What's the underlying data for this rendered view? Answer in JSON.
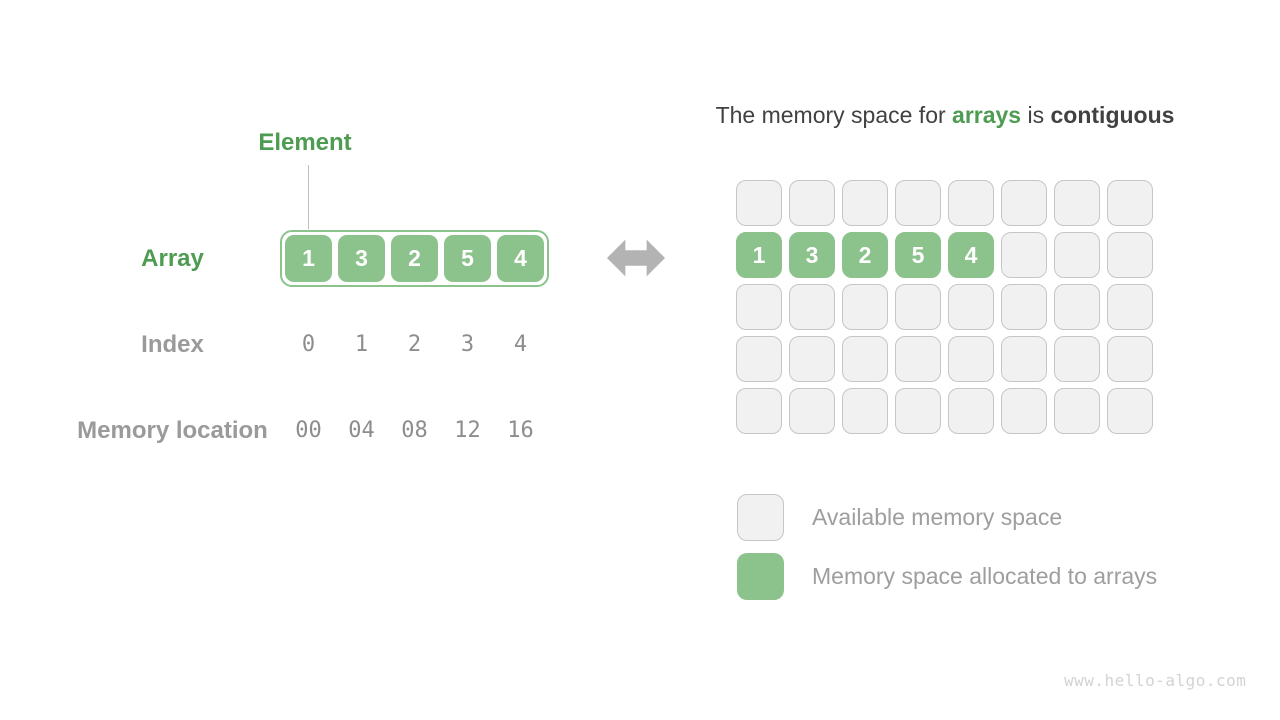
{
  "palette": {
    "green": "#8cc28c",
    "green_dark": "#4e9b52",
    "gray_label": "#9a9a9a",
    "gray_number": "#8d8d8d",
    "cell_fill": "#f1f1f1",
    "cell_border": "#c6c6c6",
    "text_dark": "#414141",
    "arrow": "#b3b3b3",
    "connector": "#bdbdbd",
    "legend_text": "#9e9e9e",
    "watermark": "#d3d3d3"
  },
  "left": {
    "element_label": "Element",
    "array_label": "Array",
    "array_values": [
      "1",
      "3",
      "2",
      "5",
      "4"
    ],
    "index_label": "Index",
    "index_values": [
      "0",
      "1",
      "2",
      "3",
      "4"
    ],
    "memory_label": "Memory location",
    "memory_values": [
      "00",
      "04",
      "08",
      "12",
      "16"
    ]
  },
  "middle": {
    "arrow_icon": "left-right-arrow"
  },
  "right": {
    "title_parts": [
      {
        "text": "The memory space for ",
        "style": "normal"
      },
      {
        "text": "arrays",
        "style": "green-bold"
      },
      {
        "text": " is ",
        "style": "normal"
      },
      {
        "text": "contiguous",
        "style": "dark-bold"
      }
    ],
    "memory_grid": {
      "rows": 5,
      "cols": 8,
      "allocated_row": 1,
      "allocated_values": [
        "1",
        "3",
        "2",
        "5",
        "4"
      ]
    },
    "legend": [
      {
        "swatch": "available",
        "label": "Available memory space"
      },
      {
        "swatch": "allocated",
        "label": "Memory space allocated to arrays"
      }
    ]
  },
  "watermark": "www.hello-algo.com"
}
